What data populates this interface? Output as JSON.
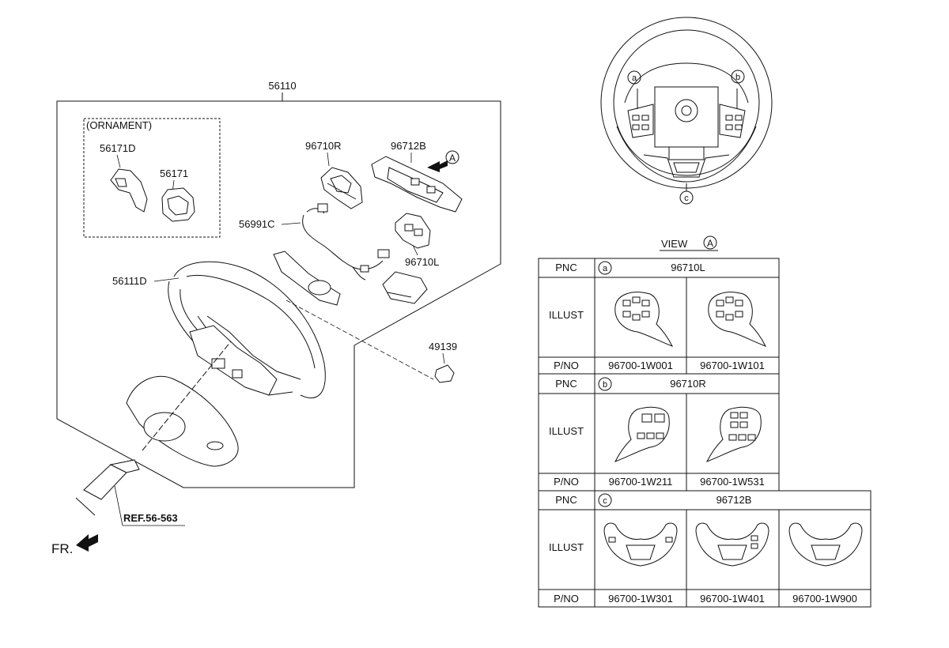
{
  "diagram": {
    "assembly_label": "56110",
    "ornament_box_label": "(ORNAMENT)",
    "callouts": {
      "ornament_left": "56171D",
      "ornament_right": "56171",
      "switch_r": "96710R",
      "switch_bezel": "96712B",
      "harness": "56991C",
      "switch_l": "96710L",
      "steering_wheel": "56111D",
      "nut": "49139",
      "ref": "REF.56-563",
      "front": "FR."
    },
    "view_marker": "A",
    "view_caption": "VIEW",
    "wheel_letters": {
      "a": "a",
      "b": "b",
      "c": "c"
    }
  },
  "table": {
    "sections": [
      {
        "pnc_label": "PNC",
        "circle": "a",
        "pnc": "96710L",
        "illust_label": "ILLUST",
        "pno_label": "P/NO",
        "parts": [
          "96700-1W001",
          "96700-1W101"
        ]
      },
      {
        "pnc_label": "PNC",
        "circle": "b",
        "pnc": "96710R",
        "illust_label": "ILLUST",
        "pno_label": "P/NO",
        "parts": [
          "96700-1W211",
          "96700-1W531"
        ]
      },
      {
        "pnc_label": "PNC",
        "circle": "c",
        "pnc": "96712B",
        "illust_label": "ILLUST",
        "pno_label": "P/NO",
        "parts": [
          "96700-1W301",
          "96700-1W401",
          "96700-1W900"
        ]
      }
    ]
  }
}
